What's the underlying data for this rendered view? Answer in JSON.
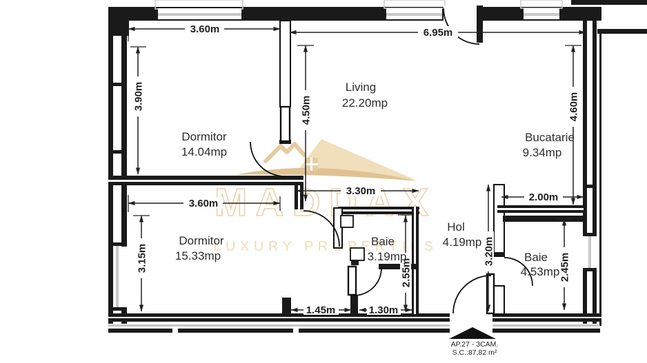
{
  "title": "Apartment floor plan",
  "watermark": {
    "brand": "MADDAX",
    "tagline": "LUXURY PROPERTIES"
  },
  "rooms": [
    {
      "name": "Dormitor",
      "area": "14.04mp"
    },
    {
      "name": "Living",
      "area": "22.20mp"
    },
    {
      "name": "Bucatarie",
      "area": "9.34mp"
    },
    {
      "name": "Dormitor",
      "area": "15.33mp"
    },
    {
      "name": "Baie",
      "area": "3.19mp"
    },
    {
      "name": "Hol",
      "area": "4.19mp"
    },
    {
      "name": "Baie",
      "area": "4.53mp"
    }
  ],
  "dims": {
    "dorm1_width": "3.60m",
    "living_width": "6.95m",
    "dorm1_height": "3.90m",
    "living_height": "4.50m",
    "kitchen_height": "4.60m",
    "dorm2_width": "3.60m",
    "hall_width": "3.30m",
    "kitchen_width": "2.00m",
    "dorm2_height": "3.15m",
    "bath1_height": "2.55m",
    "hall_height": "3.20m",
    "bath2_height": "2.45m",
    "bottom_seg1": "1.45m",
    "bottom_seg2": "1.30m"
  },
  "footer": {
    "unit": "AP.27 - 3CAM.",
    "area": "S.C.:87,82 m²"
  },
  "colors": {
    "wall": "#1a1a1a",
    "window_gray": "#c9c9c9",
    "watermark_light": "#eed7ab",
    "watermark_dark": "#d9b478",
    "text": "#2d2d2d"
  }
}
